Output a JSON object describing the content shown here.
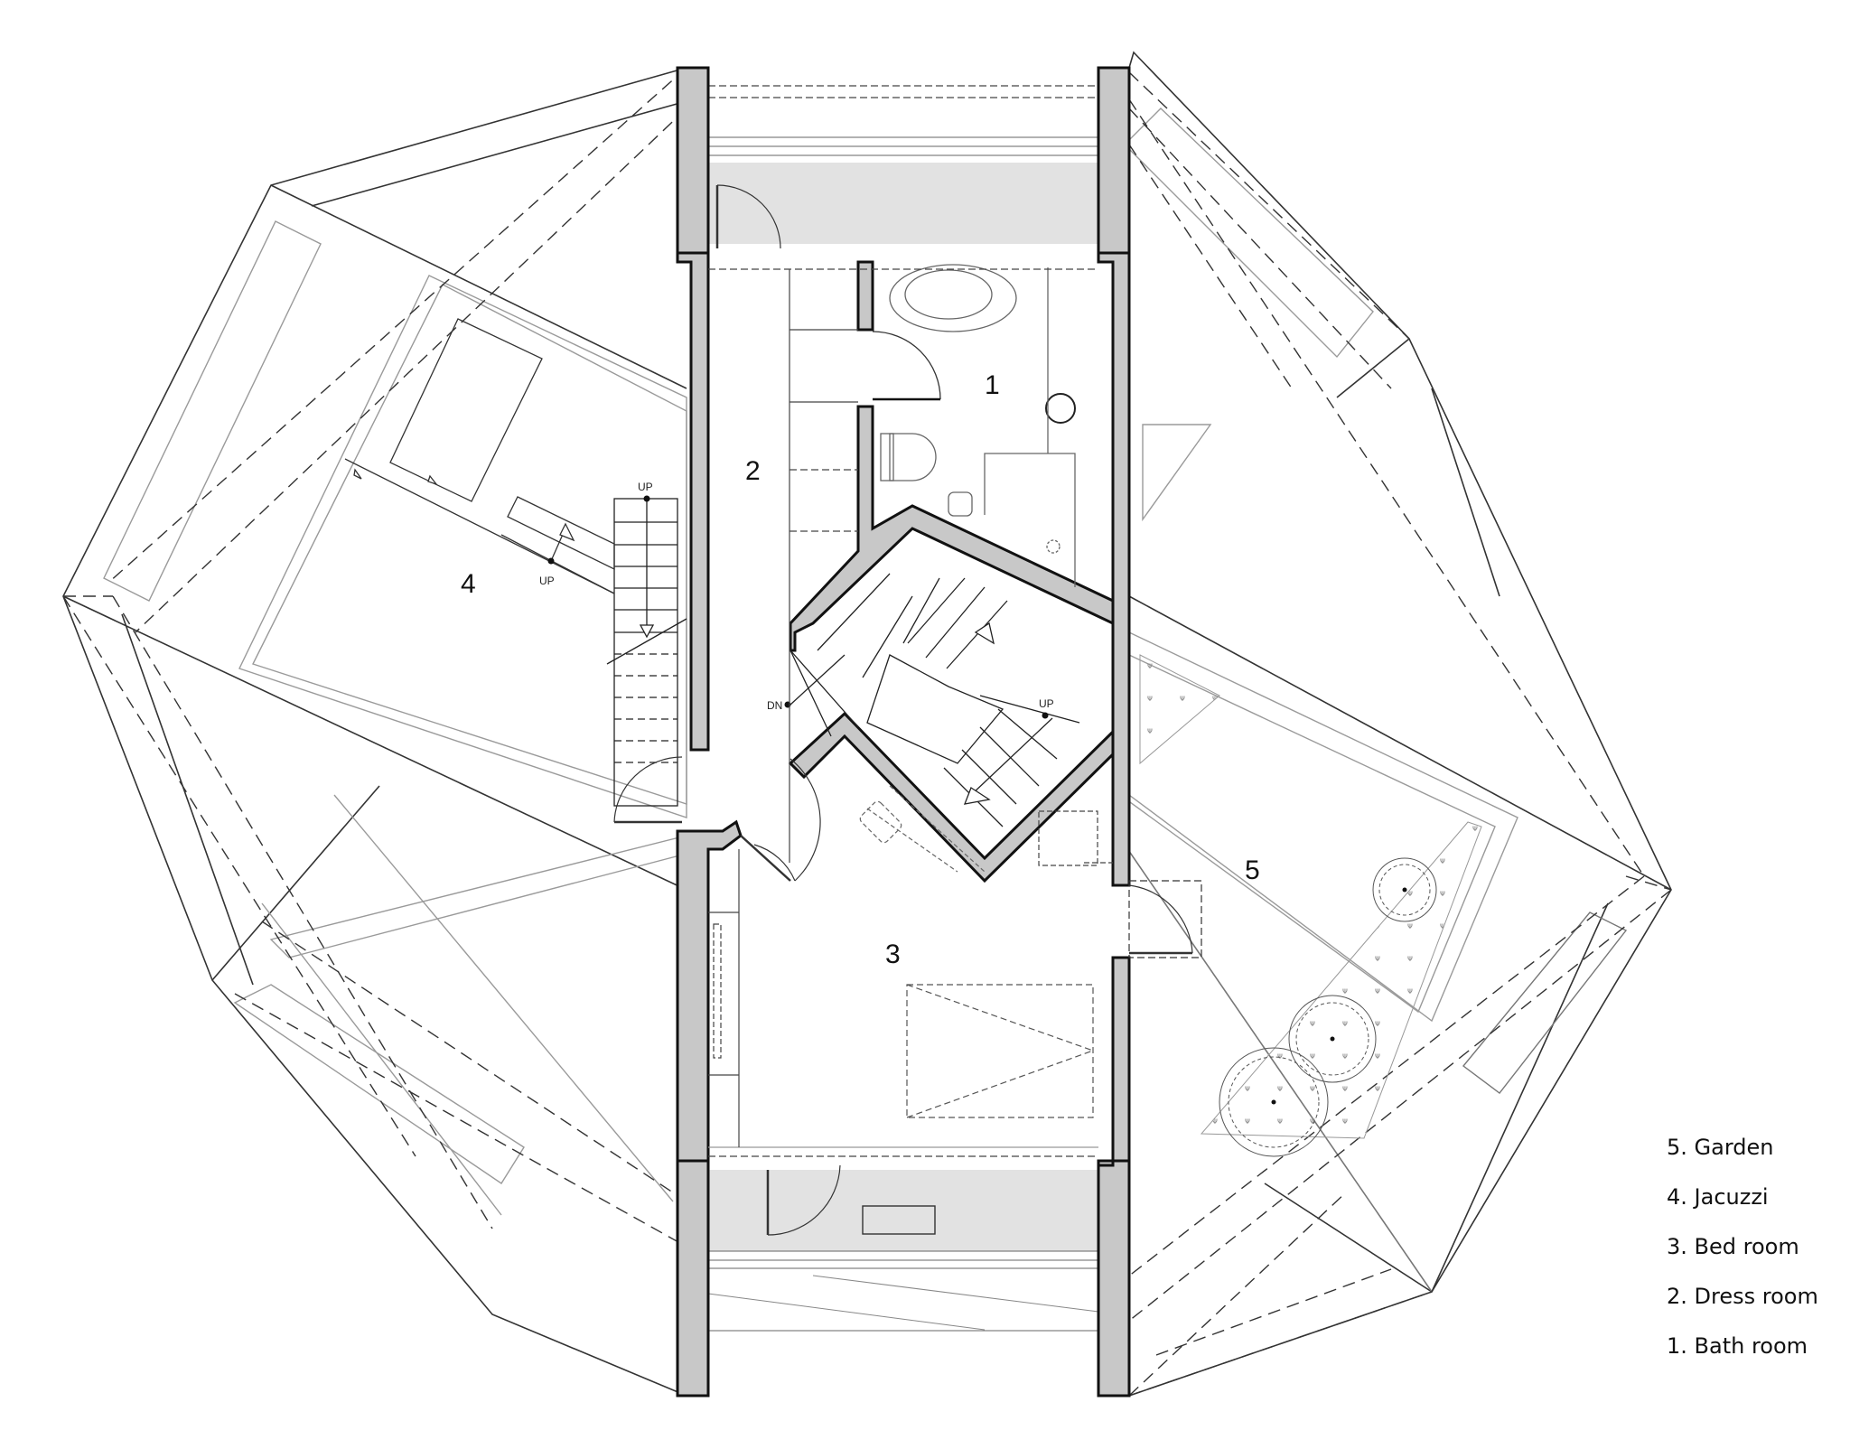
{
  "diagram": {
    "type": "architectural-floor-plan",
    "rooms": [
      {
        "id": 1,
        "number": "1",
        "name": "Bath room"
      },
      {
        "id": 2,
        "number": "2",
        "name": "Dress room"
      },
      {
        "id": 3,
        "number": "3",
        "name": "Bed room"
      },
      {
        "id": 4,
        "number": "4",
        "name": "Jacuzzi"
      },
      {
        "id": 5,
        "number": "5",
        "name": "Garden"
      }
    ],
    "stair_annotations": {
      "jacuzzi_step_up": "UP",
      "side_stair_up": "UP",
      "main_stair_down": "DN",
      "main_stair_up": "UP"
    }
  },
  "legend": {
    "items": [
      {
        "number": "5.",
        "label": "Garden"
      },
      {
        "number": "4.",
        "label": "Jacuzzi"
      },
      {
        "number": "3.",
        "label": "Bed room"
      },
      {
        "number": "2.",
        "label": "Dress room"
      },
      {
        "number": "1.",
        "label": "Bath room"
      }
    ]
  },
  "colors": {
    "wall_fill": "#c8c8c8",
    "wall_stroke": "#111111",
    "balcony_fill": "#e2e2e2",
    "line": "#333333",
    "light_line": "#9a9a9a"
  }
}
